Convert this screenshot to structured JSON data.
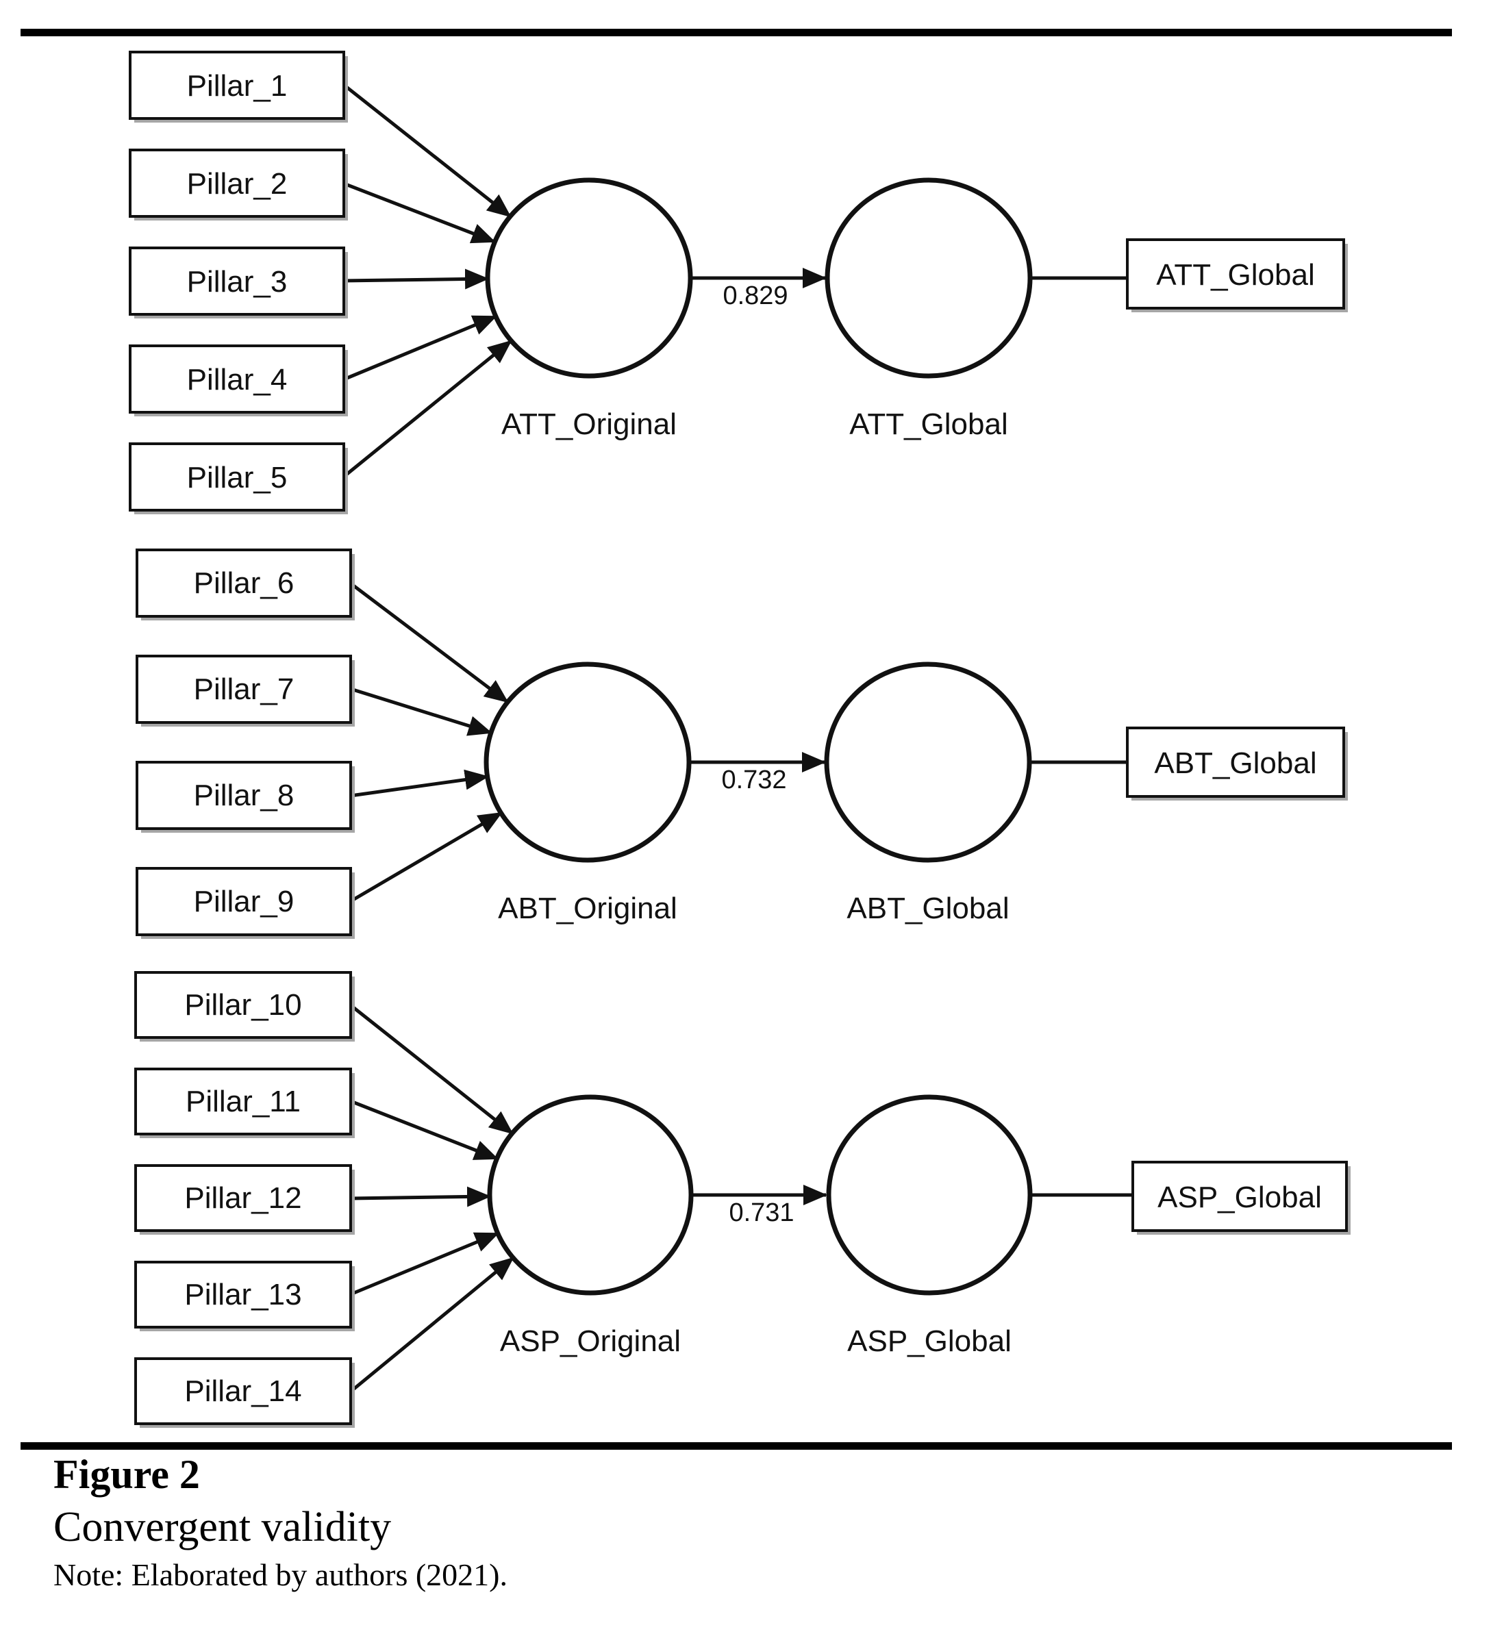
{
  "diagram": {
    "groups": [
      {
        "original_label": "ATT_Original",
        "global_label": "ATT_Global",
        "global_box_label": "ATT_Global",
        "path_coefficient": "0.829",
        "pillars": [
          "Pillar_1",
          "Pillar_2",
          "Pillar_3",
          "Pillar_4",
          "Pillar_5"
        ]
      },
      {
        "original_label": "ABT_Original",
        "global_label": "ABT_Global",
        "global_box_label": "ABT_Global",
        "path_coefficient": "0.732",
        "pillars": [
          "Pillar_6",
          "Pillar_7",
          "Pillar_8",
          "Pillar_9"
        ]
      },
      {
        "original_label": "ASP_Original",
        "global_label": "ASP_Global",
        "global_box_label": "ASP_Global",
        "path_coefficient": "0.731",
        "pillars": [
          "Pillar_10",
          "Pillar_11",
          "Pillar_12",
          "Pillar_13",
          "Pillar_14"
        ]
      }
    ]
  },
  "caption": {
    "figure_label": "Figure 2",
    "title": "Convergent validity",
    "note": "Note: Elaborated by authors (2021)."
  },
  "colors": {
    "ink": "#111111",
    "box_shadow": "#a6a6a6",
    "background": "#ffffff"
  }
}
